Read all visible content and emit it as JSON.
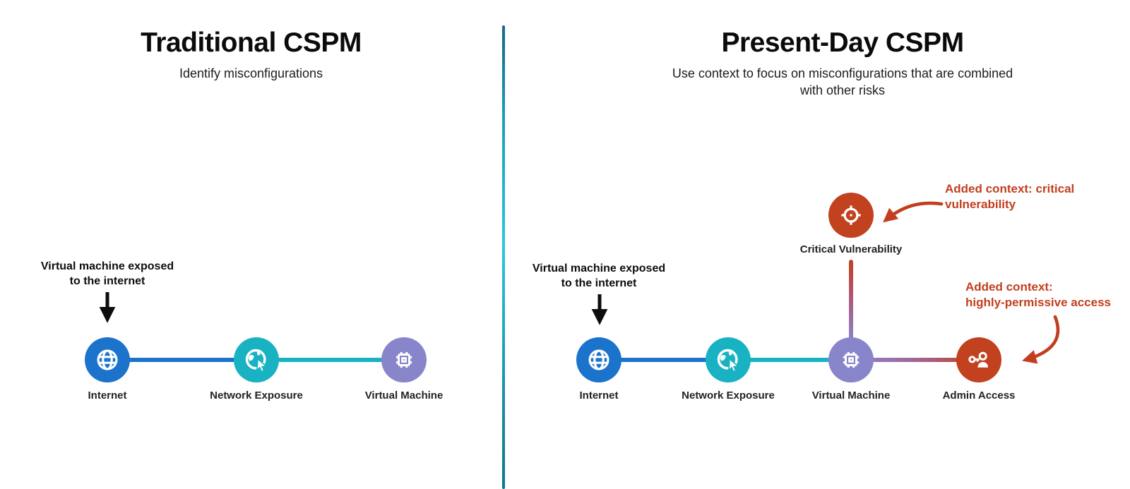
{
  "colors": {
    "node_internet_blue": "#1B73CB",
    "node_network_exposure_teal": "#19B2C3",
    "node_virtual_machine_purple": "#8885CB",
    "node_risk_red": "#C2411F",
    "callout_red_text": "#C23E1E",
    "divider_cyan": "#2CC6E0",
    "annotation_black": "#0D0D0D"
  },
  "left_panel": {
    "title": "Traditional CSPM",
    "subtitle": "Identify misconfigurations",
    "annotation_line1": "Virtual machine exposed",
    "annotation_line2": "to the internet",
    "nodes": [
      {
        "label": "Internet",
        "icon": "globe-icon"
      },
      {
        "label": "Network Exposure",
        "icon": "globe-cursor-icon"
      },
      {
        "label": "Virtual Machine",
        "icon": "chip-icon"
      }
    ]
  },
  "right_panel": {
    "title": "Present-Day CSPM",
    "subtitle_line1": "Use context to focus on misconfigurations that are combined",
    "subtitle_line2": "with other risks",
    "annotation_line1": "Virtual machine exposed",
    "annotation_line2": "to the internet",
    "nodes": [
      {
        "label": "Internet",
        "icon": "globe-icon"
      },
      {
        "label": "Network Exposure",
        "icon": "globe-cursor-icon"
      },
      {
        "label": "Virtual Machine",
        "icon": "chip-icon"
      },
      {
        "label": "Admin Access",
        "icon": "key-user-icon"
      }
    ],
    "branch_node": {
      "label": "Critical Vulnerability",
      "icon": "target-icon"
    },
    "callout_vulnerability_line1": "Added context: critical",
    "callout_vulnerability_line2": "vulnerability",
    "callout_access_line1": "Added context:",
    "callout_access_line2": "highly-permissive access"
  }
}
